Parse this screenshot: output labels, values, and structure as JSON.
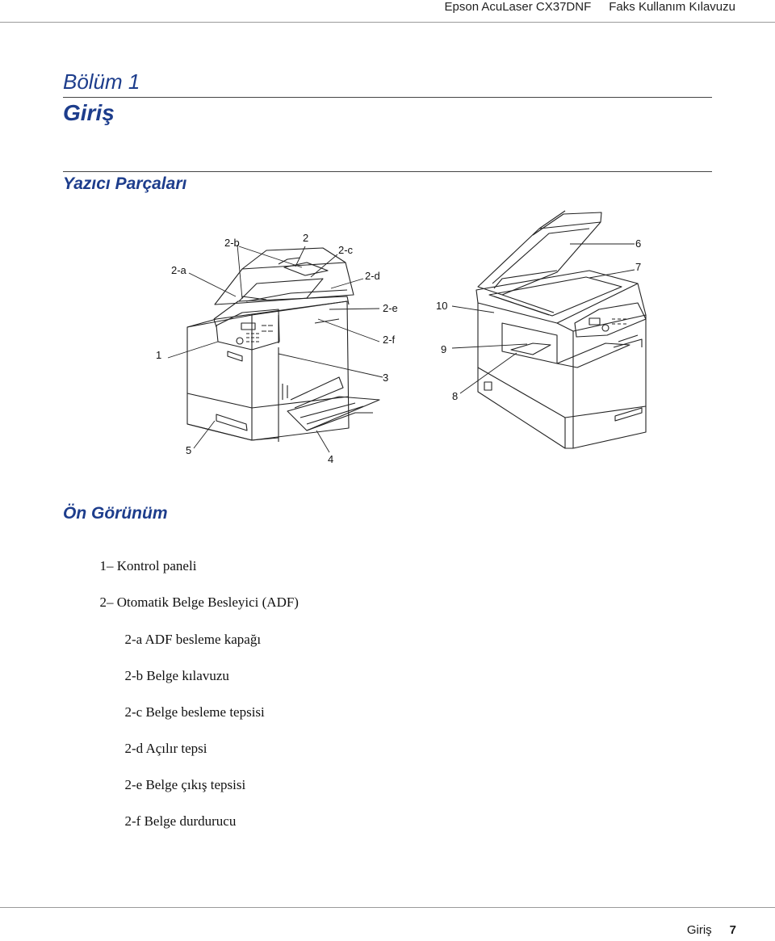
{
  "header": {
    "product": "Epson AcuLaser CX37DNF",
    "manual": "Faks Kullanım Kılavuzu"
  },
  "chapter": {
    "label": "Bölüm 1",
    "title": "Giriş"
  },
  "section": {
    "title": "Yazıcı Parçaları"
  },
  "figure": {
    "callouts": [
      "2-a",
      "2-b",
      "2",
      "2-c",
      "2-d",
      "2-e",
      "2-f",
      "1",
      "3",
      "4",
      "5",
      "6",
      "7",
      "10",
      "9",
      "8"
    ]
  },
  "subsection": {
    "title": "Ön Görünüm"
  },
  "parts_list": [
    {
      "num": "1–",
      "text": "Kontrol paneli"
    },
    {
      "num": "2–",
      "text": "Otomatik Belge Besleyici (ADF)"
    },
    {
      "num": "2-a",
      "text": "ADF besleme kapağı"
    },
    {
      "num": "2-b",
      "text": "Belge kılavuzu"
    },
    {
      "num": "2-c",
      "text": "Belge besleme tepsisi"
    },
    {
      "num": "2-d",
      "text": "Açılır tepsi"
    },
    {
      "num": "2-e",
      "text": "Belge çıkış tepsisi"
    },
    {
      "num": "2-f",
      "text": "Belge durdurucu"
    }
  ],
  "footer": {
    "section": "Giriş",
    "page": "7"
  }
}
